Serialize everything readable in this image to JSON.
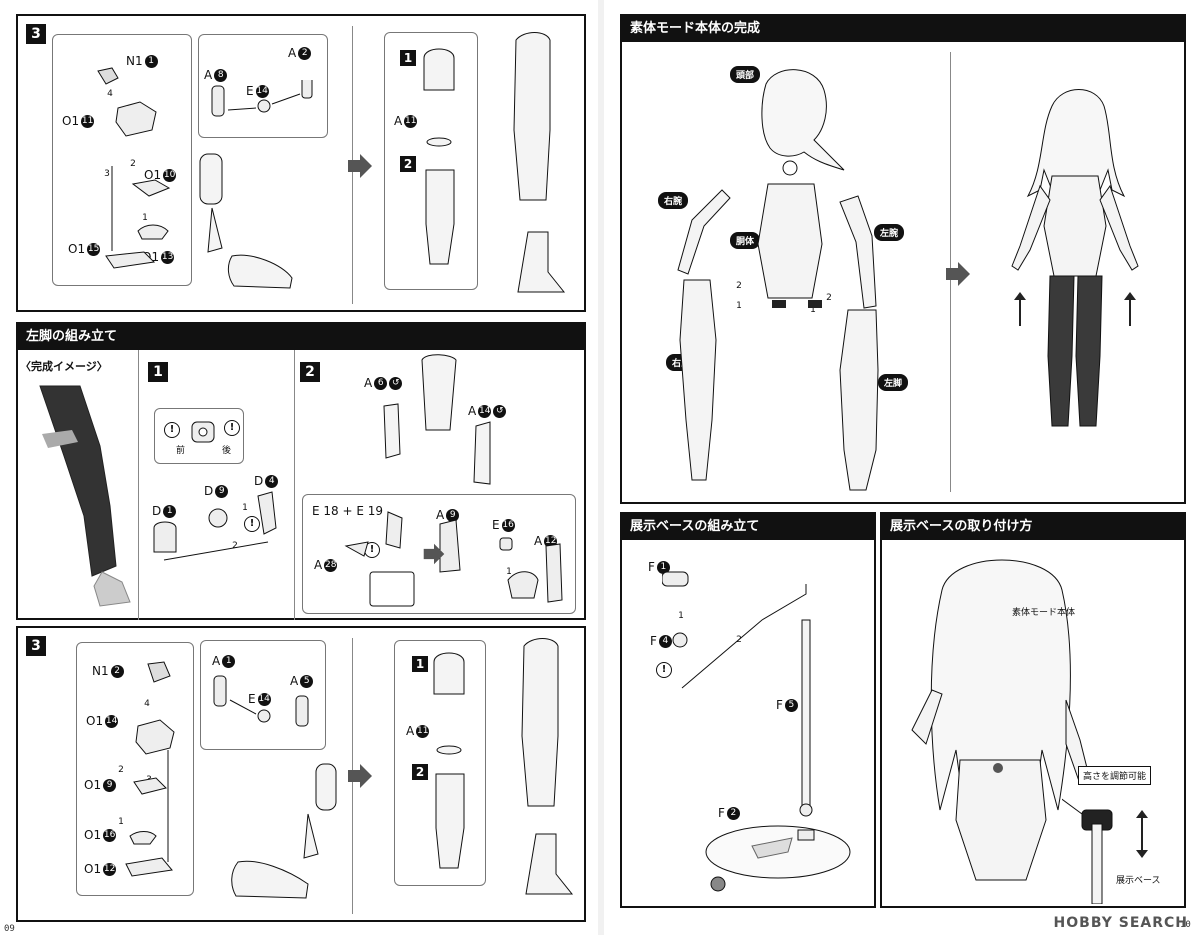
{
  "left_page": {
    "page_number": "09",
    "top_panel": {
      "step": "3",
      "labels": {
        "n1": "N1",
        "n1_num": "1",
        "o1a": "O1",
        "o1a_num": "11",
        "o1b": "O1",
        "o1b_num": "10",
        "o1c": "O1",
        "o1c_num": "15",
        "o1d": "O1",
        "o1d_num": "13",
        "a8": "A",
        "a8_num": "8",
        "a2": "A",
        "a2_num": "2",
        "e14": "E",
        "e14_num": "14",
        "a11": "A",
        "a11_num": "11"
      },
      "order": [
        "4",
        "2",
        "3",
        "1"
      ],
      "sub_steps": [
        "1",
        "2"
      ]
    },
    "left_leg_panel": {
      "title": "左脚の組み立て",
      "image_label": "〈完成イメージ〉",
      "step1": {
        "step": "1",
        "callout_front": "前",
        "callout_back": "後",
        "labels": {
          "d4": "D",
          "d4_num": "4",
          "d9": "D",
          "d9_num": "9",
          "d1": "D",
          "d1_num": "1"
        },
        "order": [
          "1",
          "2"
        ]
      },
      "step2": {
        "step": "2",
        "labels": {
          "a6": "A",
          "a6_num": "6",
          "a14": "A",
          "a14_num": "14",
          "e18_e19": "E 18 + E 19",
          "a28": "A",
          "a28_num": "28",
          "a9": "A",
          "a9_num": "9",
          "e16": "E",
          "e16_num": "16",
          "a12": "A",
          "a12_num": "12"
        },
        "order": [
          "1",
          "2"
        ]
      }
    },
    "bottom_panel": {
      "step": "3",
      "labels": {
        "n1": "N1",
        "n1_num": "2",
        "o1a": "O1",
        "o1a_num": "14",
        "o1b": "O1",
        "o1b_num": "9",
        "o1c": "O1",
        "o1c_num": "16",
        "o1d": "O1",
        "o1d_num": "12",
        "a1": "A",
        "a1_num": "1",
        "a5": "A",
        "a5_num": "5",
        "e14": "E",
        "e14_num": "14",
        "a11": "A",
        "a11_num": "11"
      },
      "order": [
        "4",
        "2",
        "3",
        "1"
      ],
      "sub_steps": [
        "1",
        "2"
      ]
    }
  },
  "right_page": {
    "page_number": "10",
    "completion_panel": {
      "title": "素体モード本体の完成",
      "parts": {
        "head": "頭部",
        "right_arm": "右腕",
        "torso": "胴体",
        "left_arm": "左腕",
        "right_leg": "右脚",
        "left_leg": "左脚"
      },
      "order": [
        "2",
        "1",
        "2",
        "1"
      ]
    },
    "base_assembly_panel": {
      "title": "展示ベースの組み立て",
      "labels": {
        "f1": "F",
        "f1_num": "1",
        "f4": "F",
        "f4_num": "4",
        "f5": "F",
        "f5_num": "5",
        "f2": "F",
        "f2_num": "2"
      },
      "order": [
        "1",
        "2"
      ]
    },
    "base_attach_panel": {
      "title": "展示ベースの取り付け方",
      "body_label": "素体モード本体",
      "height_label": "高さを調節可能",
      "base_label": "展示ベース"
    },
    "watermark": "HOBBY SEARCH"
  }
}
